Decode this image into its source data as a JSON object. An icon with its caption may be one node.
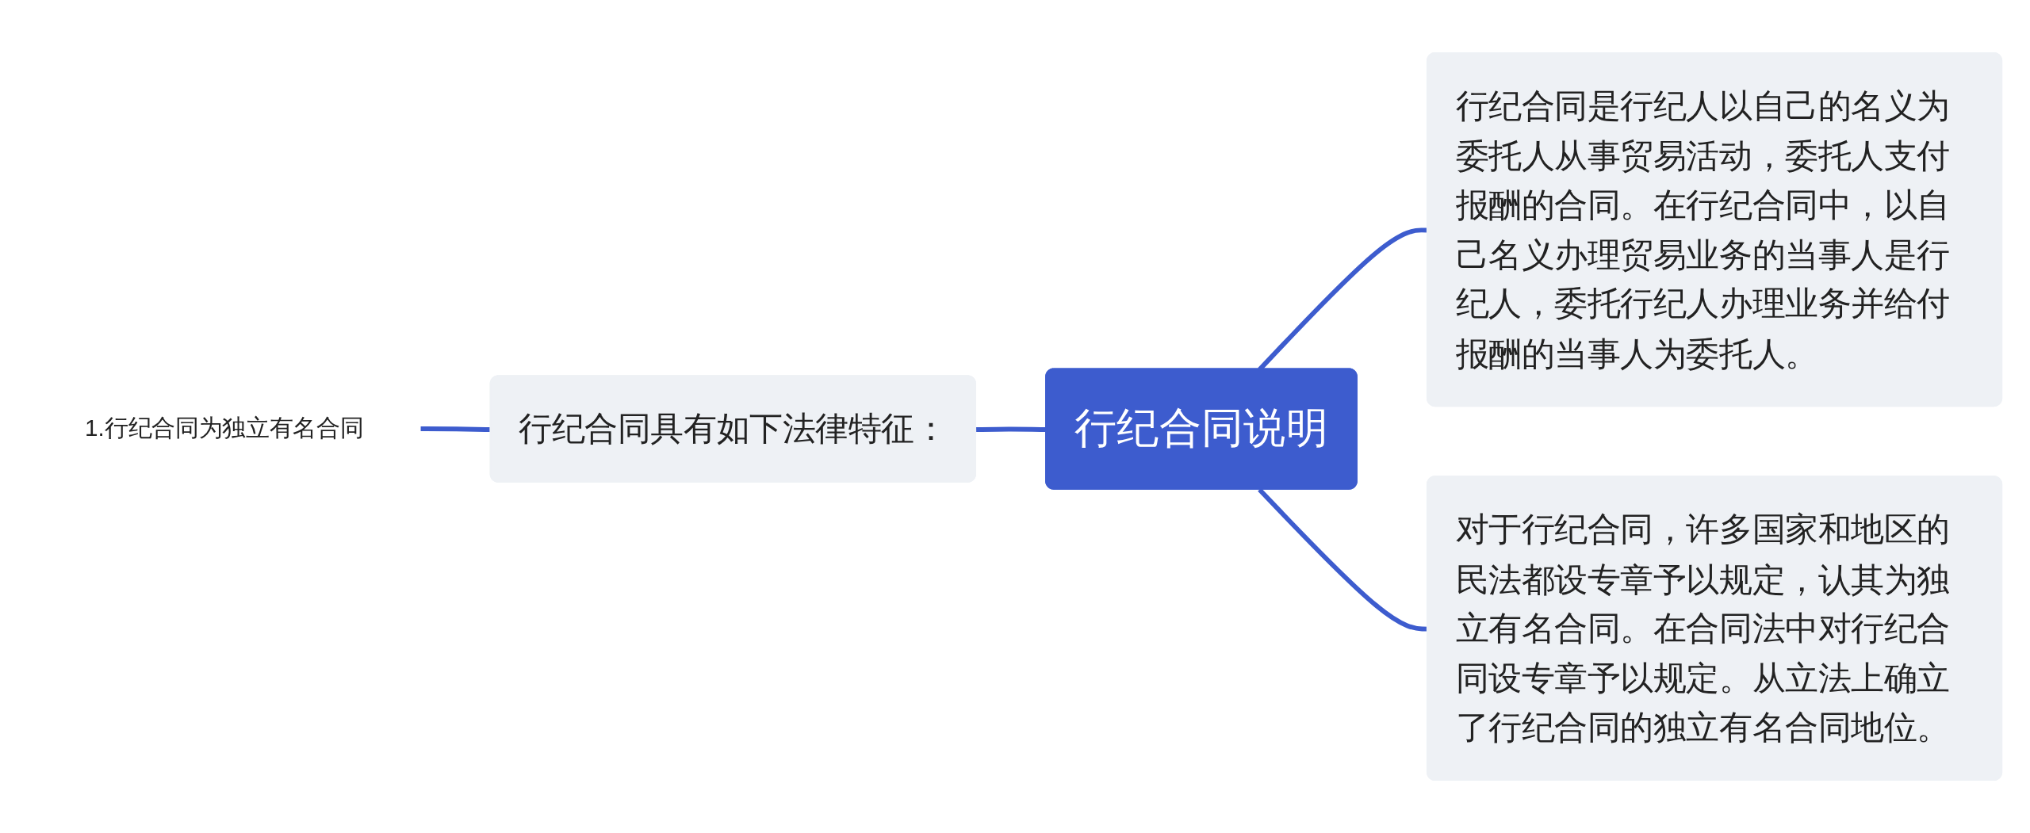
{
  "diagram": {
    "nodes": [
      {
        "text": [
          "1.行纪合同为独立有名合同"
        ]
      },
      {
        "text": [
          "行纪合同具有如下法律特征："
        ]
      },
      {
        "text": [
          "行纪合同说明"
        ]
      },
      {
        "text": [
          "行纪合同是行纪人以自己的名义为委托人从事贸易活动，委托人支付报酬的合同。在行纪合同中，以自己名义办理贸易业务的当事人是行纪人，委托行纪人办理业务并给付报酬的当事人为委托人。"
        ]
      },
      {
        "text": [
          "对于行纪合同，许多国家和地区的民法都设专章予以规定，认其为独立有名合同。在合同法中对行纪合同设专章予以规定。从立法上确立了行纪合同的独立有名合同地位。"
        ]
      }
    ],
    "edges": [
      {
        "from": 0,
        "to": 1,
        "arrow": "none"
      },
      {
        "from": 1,
        "to": 2,
        "arrow": "none"
      },
      {
        "from": 2,
        "to": 3,
        "arrow": "none"
      },
      {
        "from": 2,
        "to": 4,
        "arrow": "none"
      }
    ]
  }
}
